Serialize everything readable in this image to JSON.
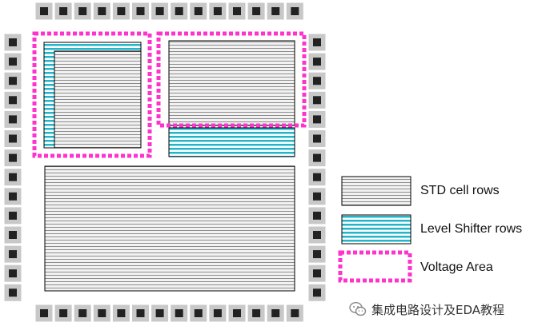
{
  "legend": {
    "std_cell_rows": "STD cell rows",
    "level_shifter_rows": "Level Shifter rows",
    "voltage_area": "Voltage Area"
  },
  "watermark": {
    "text": "集成电路设计及EDA教程",
    "icon": "wechat-icon"
  },
  "colors": {
    "pad_ring": "#c8c8c8",
    "pad_inner": "#222222",
    "std_row_line": "#909090",
    "std_row_fill": "#f2f2f2",
    "level_shifter_line": "#22b4c8",
    "voltage_area_border": "#ff33cc",
    "block_outline": "#000000"
  }
}
